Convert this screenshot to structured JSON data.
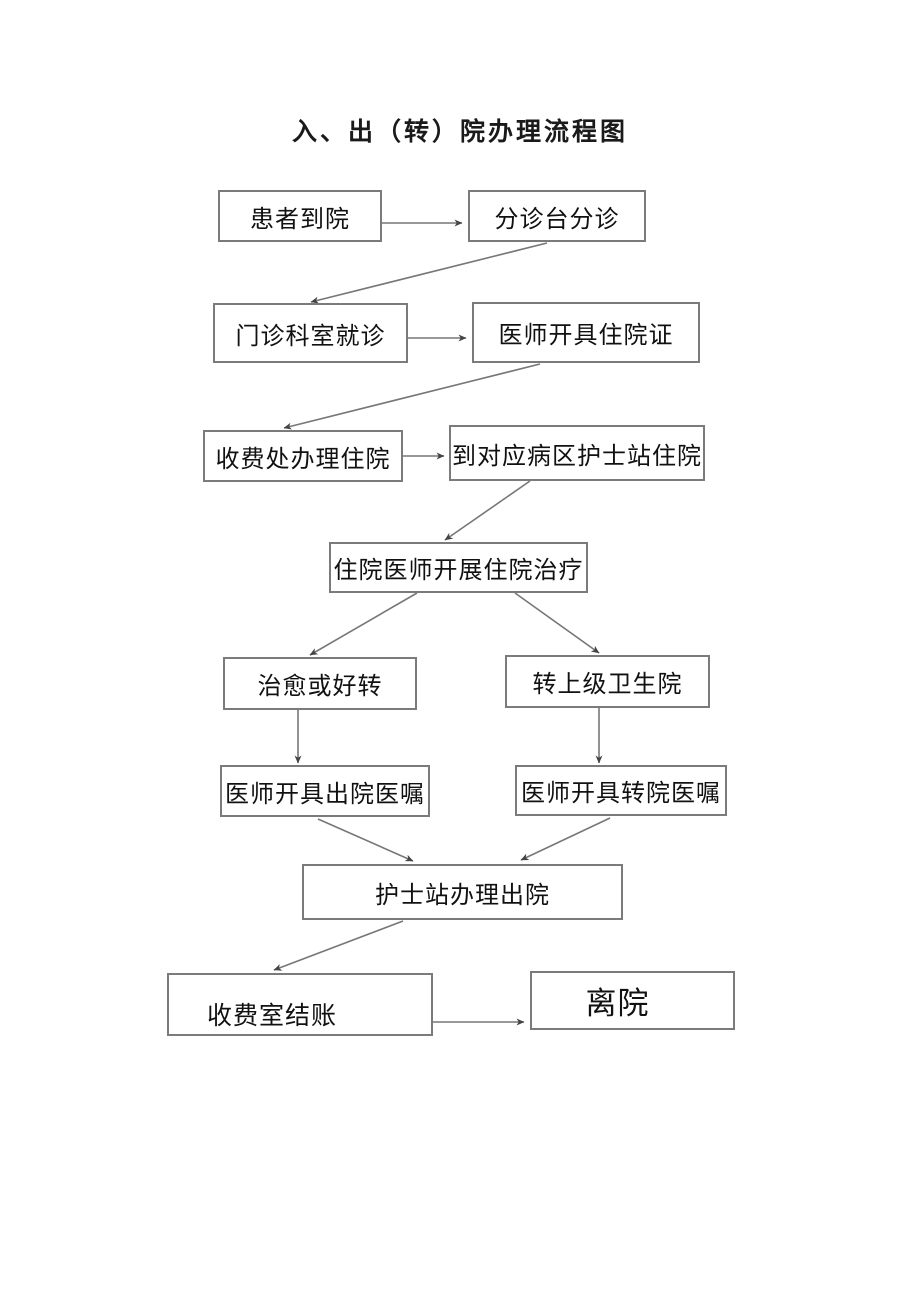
{
  "title": "入、出（转）院办理流程图",
  "colors": {
    "background": "#ffffff",
    "box_border": "#7b7b7b",
    "connector_line": "#777777",
    "arrowhead": "#444444",
    "text": "#111111"
  },
  "nodes": [
    {
      "id": "patient-arrival",
      "label": "患者到院"
    },
    {
      "id": "triage-desk",
      "label": "分诊台分诊"
    },
    {
      "id": "outpatient-visit",
      "label": "门诊科室就诊"
    },
    {
      "id": "admission-certificate",
      "label": "医师开具住院证"
    },
    {
      "id": "fee-office-admission",
      "label": "收费处办理住院"
    },
    {
      "id": "ward-nurse-admission",
      "label": "到对应病区护士站住院"
    },
    {
      "id": "inpatient-treatment",
      "label": "住院医师开展住院治疗"
    },
    {
      "id": "cured-or-improved",
      "label": "治愈或好转"
    },
    {
      "id": "transfer-higher",
      "label": "转上级卫生院"
    },
    {
      "id": "discharge-order",
      "label": "医师开具出院医嘱"
    },
    {
      "id": "transfer-order",
      "label": "医师开具转院医嘱"
    },
    {
      "id": "nurse-discharge",
      "label": "护士站办理出院"
    },
    {
      "id": "fee-settlement",
      "label": "收费室结账"
    },
    {
      "id": "leave-hospital",
      "label": "离院"
    }
  ],
  "edges": [
    {
      "from": "patient-arrival",
      "to": "triage-desk"
    },
    {
      "from": "triage-desk",
      "to": "outpatient-visit"
    },
    {
      "from": "outpatient-visit",
      "to": "admission-certificate"
    },
    {
      "from": "admission-certificate",
      "to": "fee-office-admission"
    },
    {
      "from": "fee-office-admission",
      "to": "ward-nurse-admission"
    },
    {
      "from": "ward-nurse-admission",
      "to": "inpatient-treatment"
    },
    {
      "from": "inpatient-treatment",
      "to": "cured-or-improved"
    },
    {
      "from": "inpatient-treatment",
      "to": "transfer-higher"
    },
    {
      "from": "cured-or-improved",
      "to": "discharge-order"
    },
    {
      "from": "transfer-higher",
      "to": "transfer-order"
    },
    {
      "from": "discharge-order",
      "to": "nurse-discharge"
    },
    {
      "from": "transfer-order",
      "to": "nurse-discharge"
    },
    {
      "from": "nurse-discharge",
      "to": "fee-settlement"
    },
    {
      "from": "fee-settlement",
      "to": "leave-hospital"
    }
  ]
}
